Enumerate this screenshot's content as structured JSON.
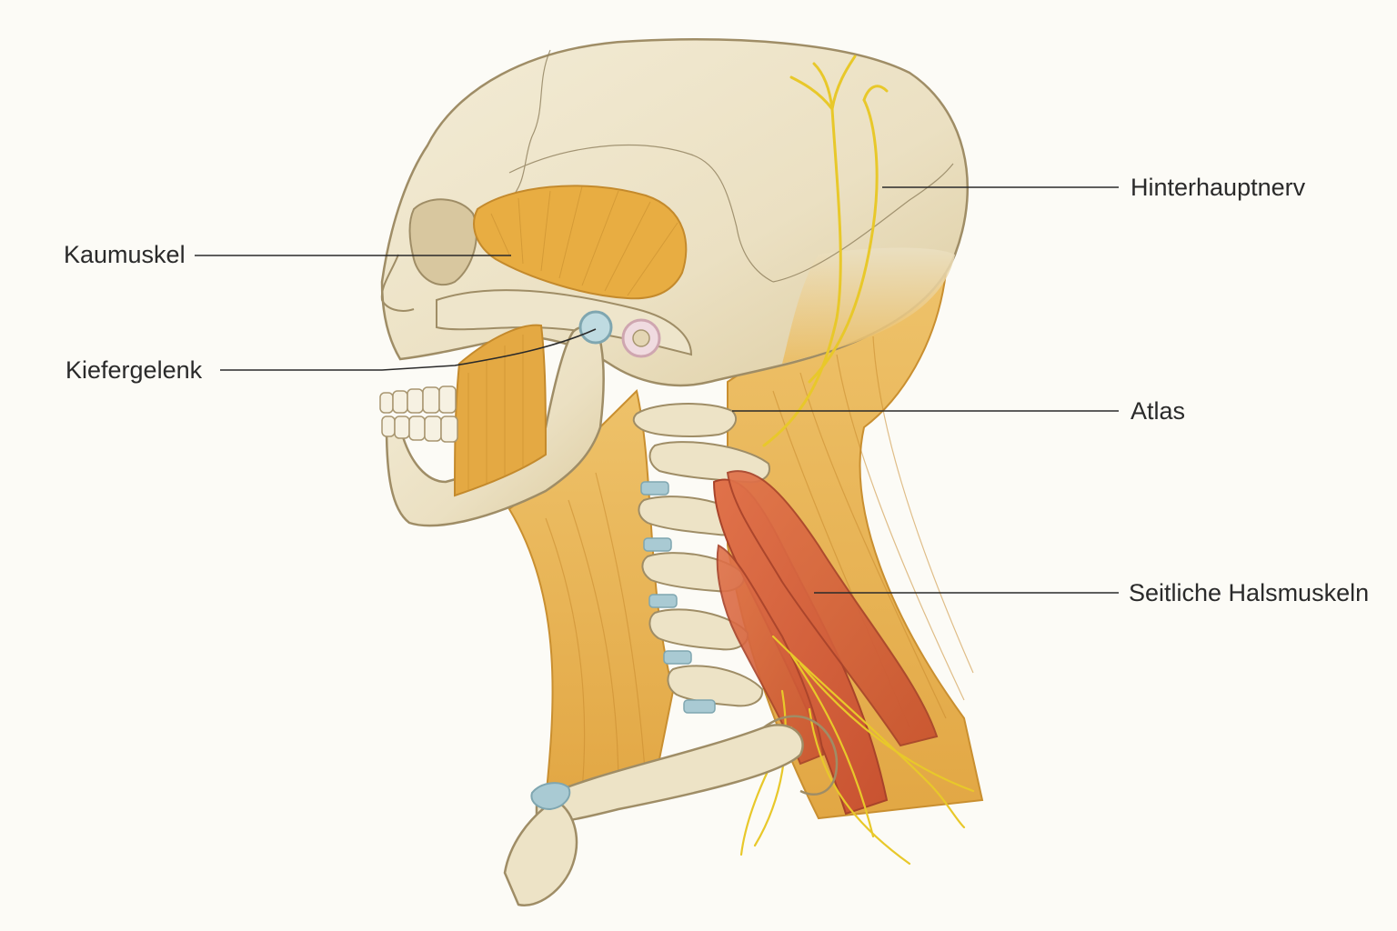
{
  "labels": {
    "masseter": "Kaumuskel",
    "jaw_joint": "Kiefergelenk",
    "occipital_nerve": "Hinterhauptnerv",
    "atlas": "Atlas",
    "lateral_neck_muscles": "Seitliche Halsmuskeln"
  },
  "colors": {
    "background": "#fcfbf6",
    "bone": "#ece2c6",
    "bone_shadow": "#d3c39c",
    "muscle": "#e9b450",
    "muscle_dark": "#cf9434",
    "red_muscle": "#d9623c",
    "nerve": "#f0d234",
    "disc_blue": "#a9cad3",
    "cartilage_pink": "#ead0d6",
    "leader_line": "#2a2a2a"
  }
}
